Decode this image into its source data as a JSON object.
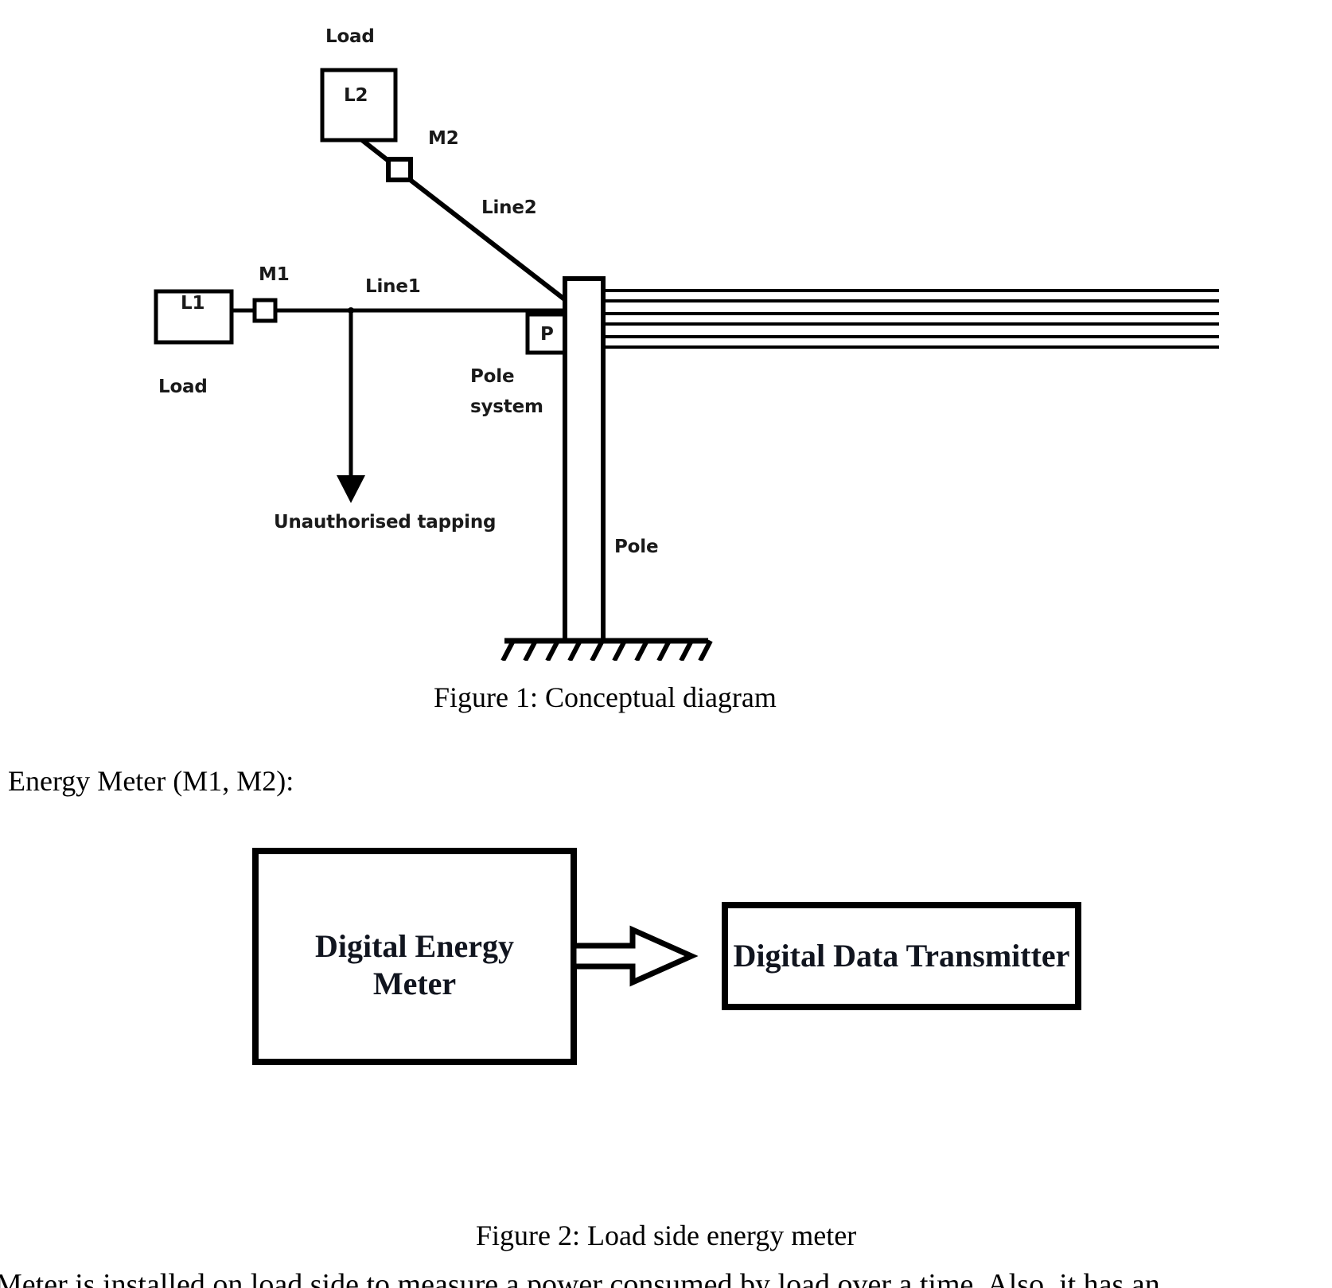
{
  "page": {
    "background": "#ffffff",
    "ink": "#000000"
  },
  "figure1": {
    "caption": "Figure 1: Conceptual diagram",
    "labels": {
      "load_top": "Load",
      "l2_box": "L2",
      "m2": "M2",
      "line2": "Line2",
      "m1": "M1",
      "l1_box": "L1",
      "line1": "Line1",
      "load_bottom": "Load",
      "p_box": "P",
      "pole_system_line1": "Pole",
      "pole_system_line2": "system",
      "unauthorised_tapping": "Unauthorised tapping",
      "pole": "Pole"
    },
    "icon_names": {
      "meter_m1": "meter-square-icon",
      "meter_m2": "meter-square-icon",
      "tap_arrow": "down-arrow-icon",
      "ground": "ground-hatch-icon",
      "pole": "pole-icon",
      "feeder_lines": "three-phase-lines-icon"
    }
  },
  "section": {
    "heading": "Energy Meter (M1, M2):"
  },
  "figure2": {
    "caption": "Figure 2: Load side energy meter",
    "blocks": [
      {
        "id": "digital-energy-meter",
        "label_line1": "Digital Energy",
        "label_line2": "Meter"
      },
      {
        "id": "digital-data-transmitter",
        "label_line1": "Digital Data Transmitter",
        "label_line2": ""
      }
    ],
    "connector": {
      "name": "block-arrow-right-icon",
      "direction": "right"
    }
  },
  "trailing_text": {
    "clipped_line": "Meter is installed on load side to measure a power consumed by load over a time. Also, it has an"
  }
}
